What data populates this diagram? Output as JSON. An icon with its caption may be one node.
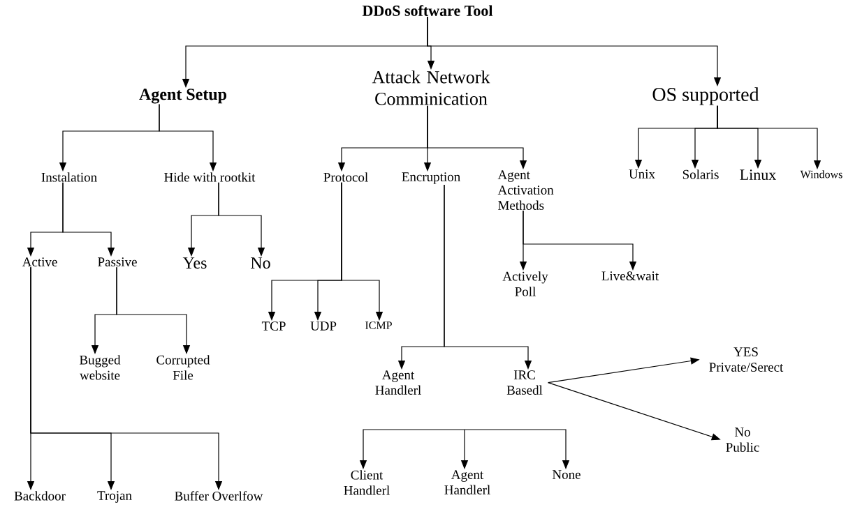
{
  "diagram": {
    "nodes": [
      {
        "text": [
          "DDoS software Tool"
        ]
      },
      {
        "text": [
          "Agent Setup"
        ]
      },
      {
        "text": [
          "Attack Network Comminication"
        ]
      },
      {
        "text": [
          "OS supported"
        ]
      },
      {
        "text": [
          "Instalation"
        ]
      },
      {
        "text": [
          "Hide with rootkit"
        ]
      },
      {
        "text": [
          "Protocol"
        ]
      },
      {
        "text": [
          "Encruption"
        ]
      },
      {
        "text": [
          "Agent Activation Methods"
        ]
      },
      {
        "text": [
          "Unix"
        ]
      },
      {
        "text": [
          "Solaris"
        ]
      },
      {
        "text": [
          "Linux"
        ]
      },
      {
        "text": [
          "Windows"
        ]
      },
      {
        "text": [
          "Active"
        ]
      },
      {
        "text": [
          "Passive"
        ]
      },
      {
        "text": [
          "Yes"
        ]
      },
      {
        "text": [
          "No"
        ]
      },
      {
        "text": [
          "Actively Poll"
        ]
      },
      {
        "text": [
          "Live&wait"
        ]
      },
      {
        "text": [
          "TCP"
        ]
      },
      {
        "text": [
          "UDP"
        ]
      },
      {
        "text": [
          "ICMP"
        ]
      },
      {
        "text": [
          "Bugged website"
        ]
      },
      {
        "text": [
          "Corrupted File"
        ]
      },
      {
        "text": [
          "Agent Handlerl"
        ]
      },
      {
        "text": [
          "IRC Basedl"
        ]
      },
      {
        "text": [
          "YES Private/Serect"
        ]
      },
      {
        "text": [
          "No Public"
        ]
      },
      {
        "text": [
          "Backdoor"
        ]
      },
      {
        "text": [
          "Trojan"
        ]
      },
      {
        "text": [
          "Buffer Overlfow"
        ]
      },
      {
        "text": [
          "Client Handlerl"
        ]
      },
      {
        "text": [
          "Agent Handlerl"
        ]
      },
      {
        "text": [
          "None"
        ]
      }
    ],
    "edges": [
      {
        "from": 0,
        "to": 1,
        "arrow": "to"
      },
      {
        "from": 0,
        "to": 2,
        "arrow": "to"
      },
      {
        "from": 0,
        "to": 3,
        "arrow": "to"
      },
      {
        "from": 1,
        "to": 4,
        "arrow": "to"
      },
      {
        "from": 1,
        "to": 5,
        "arrow": "to"
      },
      {
        "from": 2,
        "to": 6,
        "arrow": "to"
      },
      {
        "from": 2,
        "to": 7,
        "arrow": "to"
      },
      {
        "from": 2,
        "to": 8,
        "arrow": "to"
      },
      {
        "from": 3,
        "to": 9,
        "arrow": "to"
      },
      {
        "from": 3,
        "to": 10,
        "arrow": "to"
      },
      {
        "from": 3,
        "to": 11,
        "arrow": "to"
      },
      {
        "from": 3,
        "to": 12,
        "arrow": "to"
      },
      {
        "from": 4,
        "to": 13,
        "arrow": "to"
      },
      {
        "from": 4,
        "to": 14,
        "arrow": "to"
      },
      {
        "from": 5,
        "to": 15,
        "arrow": "to"
      },
      {
        "from": 5,
        "to": 16,
        "arrow": "to"
      },
      {
        "from": 8,
        "to": 17,
        "arrow": "to"
      },
      {
        "from": 8,
        "to": 18,
        "arrow": "to"
      },
      {
        "from": 6,
        "to": 19,
        "arrow": "to"
      },
      {
        "from": 6,
        "to": 20,
        "arrow": "to"
      },
      {
        "from": 6,
        "to": 21,
        "arrow": "to"
      },
      {
        "from": 14,
        "to": 22,
        "arrow": "to"
      },
      {
        "from": 14,
        "to": 23,
        "arrow": "to"
      },
      {
        "from": 7,
        "to": 24,
        "arrow": "to"
      },
      {
        "from": 7,
        "to": 25,
        "arrow": "to"
      },
      {
        "from": 25,
        "to": 26,
        "arrow": "to"
      },
      {
        "from": 25,
        "to": 27,
        "arrow": "to"
      },
      {
        "from": 13,
        "to": 28,
        "arrow": "to"
      },
      {
        "from": 13,
        "to": 29,
        "arrow": "to"
      },
      {
        "from": 13,
        "to": 30,
        "arrow": "to"
      },
      {
        "from": null,
        "to": 31,
        "arrow": "to"
      },
      {
        "from": null,
        "to": 32,
        "arrow": "to"
      },
      {
        "from": null,
        "to": 33,
        "arrow": "to"
      }
    ]
  }
}
